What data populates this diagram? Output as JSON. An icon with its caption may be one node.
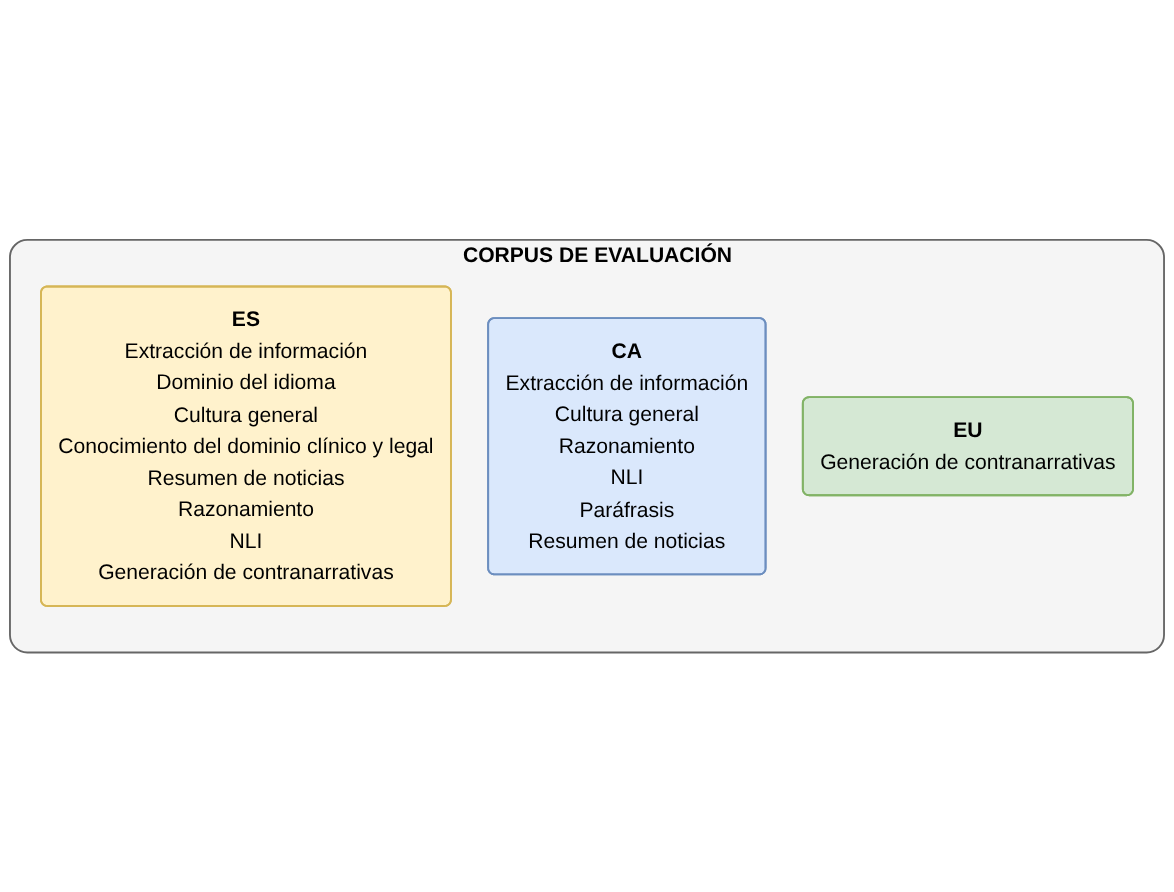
{
  "diagram": {
    "nodes": [
      {
        "text": [
          "CORPUS DE EVALUACIÓN"
        ]
      },
      {
        "text": [
          "ES",
          "Extracción de información",
          "Dominio del idioma",
          "Cultura general",
          "Conocimiento del dominio clínico y legal",
          "Resumen de noticias",
          "Razonamiento",
          "NLI",
          "Generación de contranarrativas"
        ],
        "in": 0
      },
      {
        "text": [
          "CA",
          "Extracción de información",
          "Cultura general",
          "Razonamiento",
          "NLI",
          "Paráfrasis",
          "Resumen de noticias"
        ],
        "in": 0
      },
      {
        "text": [
          "EU",
          "Generación de contranarrativas"
        ],
        "in": 0
      }
    ]
  }
}
